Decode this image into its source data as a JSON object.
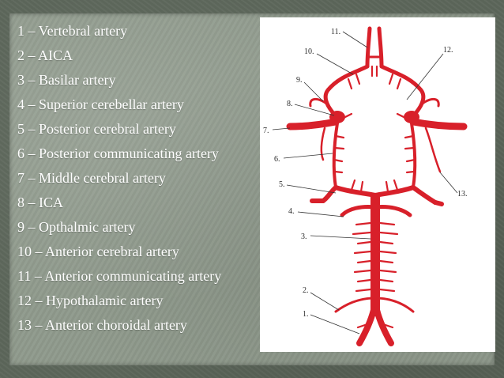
{
  "legend": [
    "1 – Vertebral artery",
    "2 – AICA",
    "3 – Basilar artery",
    "4 – Superior cerebellar artery",
    "5 – Posterior cerebral artery",
    "6 – Posterior communicating artery",
    "7 – Middle cerebral artery",
    "8 – ICA",
    "9 – Opthalmic artery",
    "10 – Anterior cerebral artery",
    "11 – Anterior communicating artery",
    "12 – Hypothalamic artery",
    "13 – Anterior choroidal artery"
  ],
  "figure": {
    "labels": {
      "l1": "1.",
      "l2": "2.",
      "l3": "3.",
      "l4": "4.",
      "l5": "5.",
      "l6": "6.",
      "l7": "7.",
      "l8": "8.",
      "l9": "9.",
      "l10": "10.",
      "l11": "11.",
      "l12": "12.",
      "l13": "13."
    },
    "colors": {
      "artery": "#d8202a",
      "artery_dark": "#b01820",
      "background": "#ffffff"
    }
  }
}
